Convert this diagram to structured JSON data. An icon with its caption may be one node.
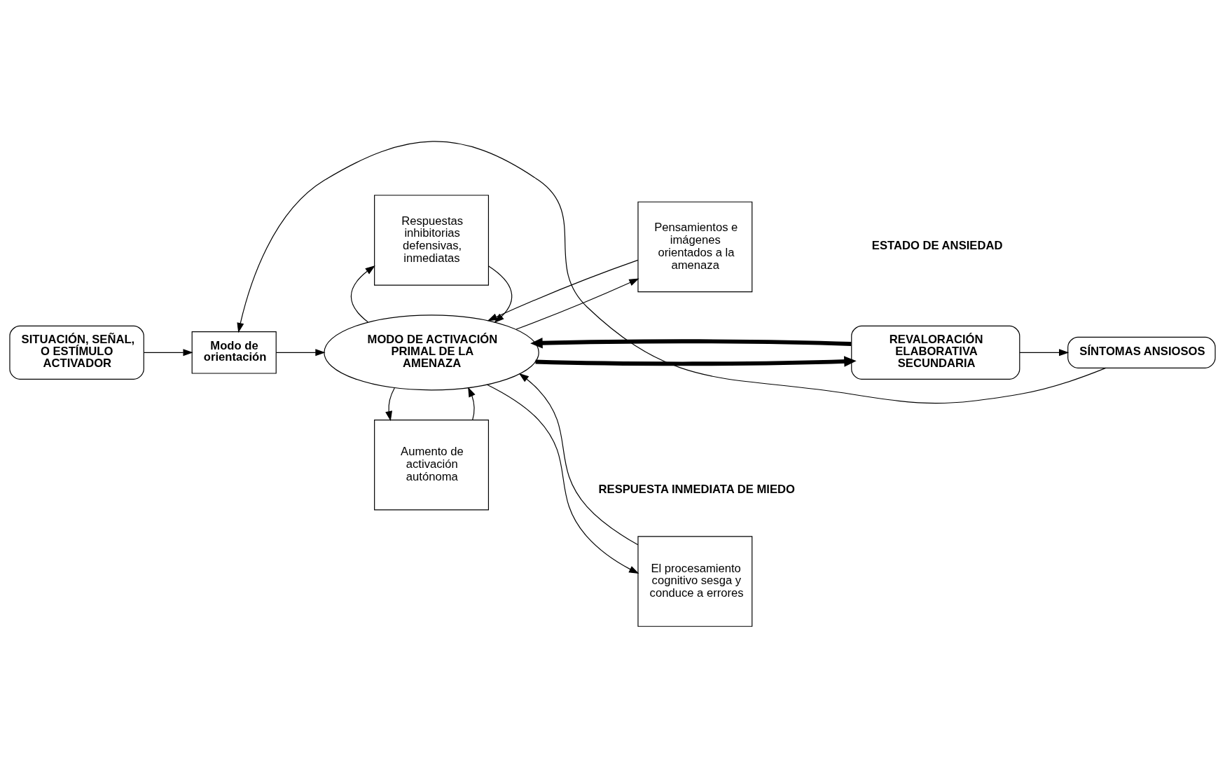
{
  "diagram": {
    "nodes": [
      {
        "text": [
          "SITUACIÓN, SEÑAL, O ESTÍMULO ACTIVADOR"
        ]
      },
      {
        "text": [
          "Modo de orientación"
        ]
      },
      {
        "text": [
          "MODO DE ACTIVACIÓN PRIMAL DE LA AMENAZA"
        ]
      },
      {
        "text": [
          "Aumento de activación autónoma"
        ]
      },
      {
        "text": [
          "El procesamiento cognitivo sesga y conduce a errores"
        ]
      },
      {
        "text": [
          "Respuestas inhibitorias defensivas, inmediatas"
        ]
      },
      {
        "text": [
          "Pensamientos e imágenes orientados a la amenaza"
        ]
      },
      {
        "text": [
          "REVALORACIÓN ELABORATIVA SECUNDARIA"
        ]
      },
      {
        "text": [
          "SÍNTOMAS ANSIOSOS"
        ]
      }
    ],
    "edges": [
      {
        "from": 0,
        "to": 1,
        "arrow": "to"
      },
      {
        "from": 1,
        "to": 2,
        "arrow": "to"
      },
      {
        "from": 3,
        "to": 2,
        "arrow": "to"
      },
      {
        "from": 2,
        "to": 3,
        "arrow": "to"
      },
      {
        "from": 2,
        "to": 4,
        "arrow": "to"
      },
      {
        "from": 4,
        "to": 2,
        "arrow": "to"
      },
      {
        "from": 5,
        "to": 2,
        "arrow": "to"
      },
      {
        "from": 2,
        "to": 5,
        "arrow": "to"
      },
      {
        "from": 2,
        "to": 6,
        "arrow": "to"
      },
      {
        "from": 6,
        "to": 2,
        "arrow": "to"
      },
      {
        "from": 2,
        "to": 7,
        "arrow": "to",
        "style": "thick"
      },
      {
        "from": 7,
        "to": 2,
        "arrow": "to",
        "style": "thick"
      },
      {
        "from": 7,
        "to": 8,
        "arrow": "to"
      },
      {
        "from": 8,
        "to": 1,
        "arrow": "to"
      }
    ],
    "labels": [
      "RESPUESTA INMEDIATA DE MIEDO",
      "ESTADO DE ANSIEDAD"
    ]
  }
}
